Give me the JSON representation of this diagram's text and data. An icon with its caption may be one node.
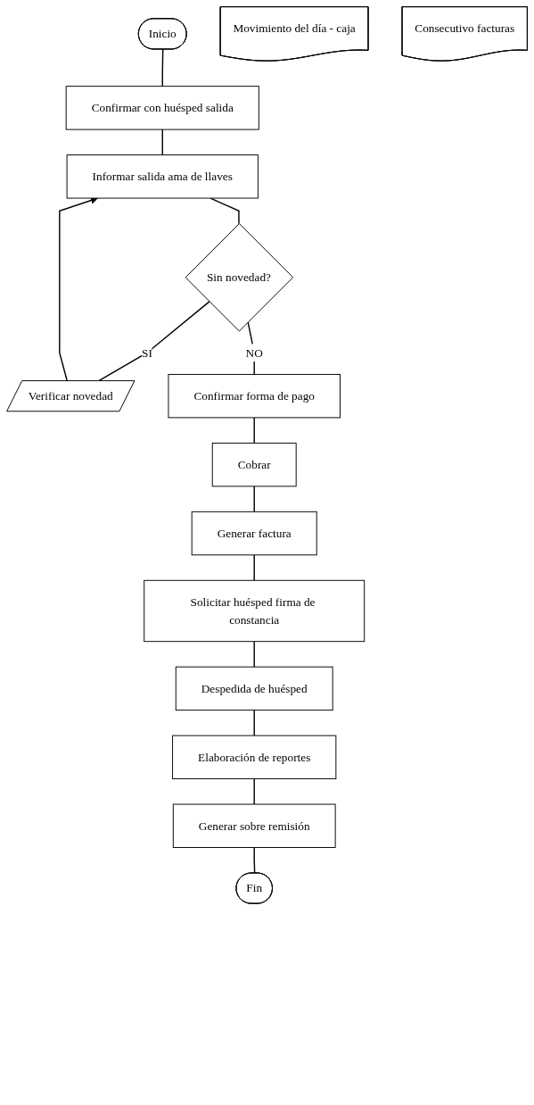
{
  "diagram": {
    "nodes": [
      {
        "text": [
          "Inicio"
        ]
      },
      {
        "text": [
          "Confirmar con huésped salida"
        ]
      },
      {
        "text": [
          "Informar salida ama de llaves"
        ]
      },
      {
        "text": [
          "Sin novedad?"
        ]
      },
      {
        "text": [
          "Verificar novedad"
        ]
      },
      {
        "text": [
          "Confirmar forma de pago"
        ]
      },
      {
        "text": [
          "Cobrar"
        ]
      },
      {
        "text": [
          "Generar factura"
        ]
      },
      {
        "text": [
          "Solicitar huésped firma de constancia"
        ]
      },
      {
        "text": [
          "Despedida de huésped"
        ]
      },
      {
        "text": [
          "Elaboración de reportes"
        ]
      },
      {
        "text": [
          "Generar sobre remisión"
        ]
      },
      {
        "text": [
          "Fin"
        ]
      },
      {
        "text": [
          "Movimiento del día - caja"
        ]
      },
      {
        "text": [
          "Consecutivo facturas"
        ]
      }
    ],
    "edges": [
      {
        "from": 0,
        "to": 1,
        "arrow": "none"
      },
      {
        "from": 1,
        "to": 2,
        "arrow": "none"
      },
      {
        "from": 2,
        "to": 3,
        "arrow": "none"
      },
      {
        "from": 3,
        "to": 4,
        "arrow": "none",
        "label": "SI"
      },
      {
        "from": 4,
        "to": 2,
        "arrow": "to"
      },
      {
        "from": 3,
        "to": 5,
        "arrow": "none",
        "label": "NO"
      },
      {
        "from": 5,
        "to": 6,
        "arrow": "none"
      },
      {
        "from": 6,
        "to": 7,
        "arrow": "none"
      },
      {
        "from": 7,
        "to": 8,
        "arrow": "none"
      },
      {
        "from": 8,
        "to": 9,
        "arrow": "none"
      },
      {
        "from": 9,
        "to": 10,
        "arrow": "none"
      },
      {
        "from": 10,
        "to": 11,
        "arrow": "none"
      },
      {
        "from": 11,
        "to": 12,
        "arrow": "none"
      }
    ]
  }
}
